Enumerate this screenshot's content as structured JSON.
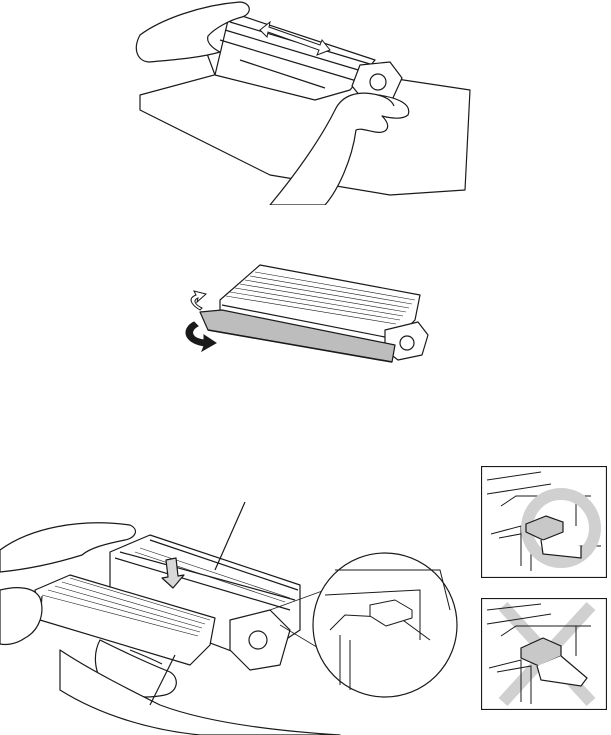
{
  "page": {
    "background": "#ffffff",
    "line_color": "#1a1a1a"
  },
  "figures": [
    {
      "id": "shake-toner-cartridge",
      "icon": "hands-rocking-toner-cartridge"
    },
    {
      "id": "remove-protective-cover",
      "icon": "hand-pulling-cover-off"
    },
    {
      "id": "insert-toner-into-drum",
      "icon": "hands-inserting-toner-into-drum-unit"
    }
  ],
  "panels": {
    "correct": {
      "icon": "correct-circle-icon",
      "mark_color": "#d0d0d0"
    },
    "incorrect": {
      "icon": "incorrect-cross-icon",
      "mark_color": "#d0d0d0"
    }
  }
}
